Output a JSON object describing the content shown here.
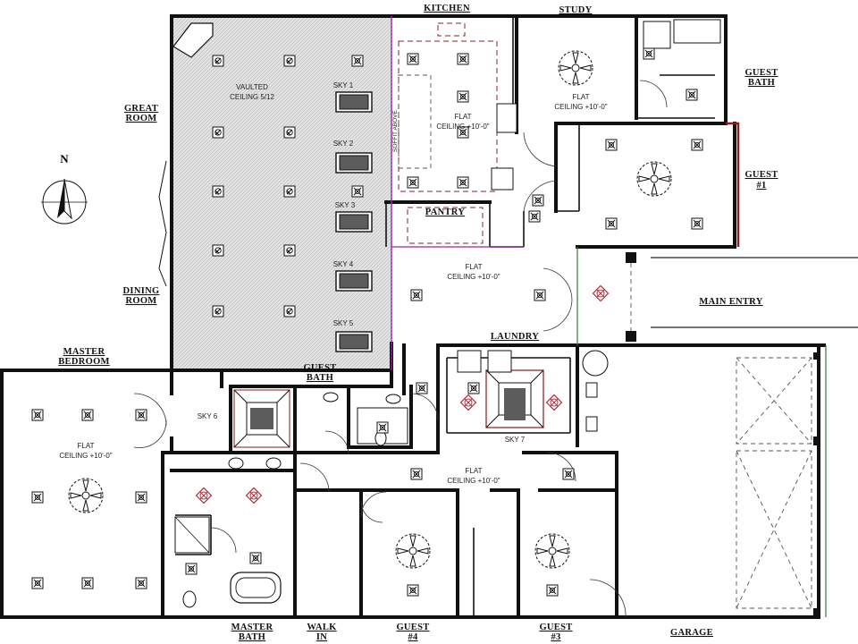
{
  "rooms": {
    "kitchen": "KITCHEN",
    "study": "STUDY",
    "guest_bath_top": [
      "GUEST",
      "BATH"
    ],
    "great_room": [
      "GREAT",
      "ROOM"
    ],
    "guest1": [
      "GUEST",
      "#1"
    ],
    "dining_room": [
      "DINING",
      "ROOM"
    ],
    "main_entry": "MAIN ENTRY",
    "master_bedroom": [
      "MASTER",
      "BEDROOM"
    ],
    "guest_bath_mid": [
      "GUEST",
      "BATH"
    ],
    "laundry": "LAUNDRY",
    "pantry": "PANTRY",
    "master_bath": [
      "MASTER",
      "BATH"
    ],
    "walk_in": [
      "WALK",
      "IN"
    ],
    "guest4": [
      "GUEST",
      "#4"
    ],
    "guest3": [
      "GUEST",
      "#3"
    ],
    "garage": "GARAGE"
  },
  "notes": {
    "vaulted": [
      "VAULTED",
      "CEILING 5/12"
    ],
    "kitchen_flat": [
      "FLAT",
      "CEILING +10'-0\""
    ],
    "study_flat": [
      "FLAT",
      "CEILING +10'-0\""
    ],
    "hall_flat": [
      "FLAT",
      "CEILING +10'-0\""
    ],
    "master_flat": [
      "FLAT",
      "CEILING +10'-0\""
    ],
    "lower_hall_flat": [
      "FLAT",
      "CEILING +10'-0\""
    ],
    "soffit": "SOFFIT ABOVE"
  },
  "skylights": [
    "SKY 1",
    "SKY 2",
    "SKY 3",
    "SKY 4",
    "SKY 5",
    "SKY 6",
    "SKY 7"
  ],
  "north_label": "N",
  "colors": {
    "ink": "#111111",
    "hatch": "#d9d9d9",
    "accent_red": "#b0303a",
    "soffit_line": "#a020a0",
    "wall_red": "#8b1a1a",
    "green_line": "#2e7d32"
  }
}
